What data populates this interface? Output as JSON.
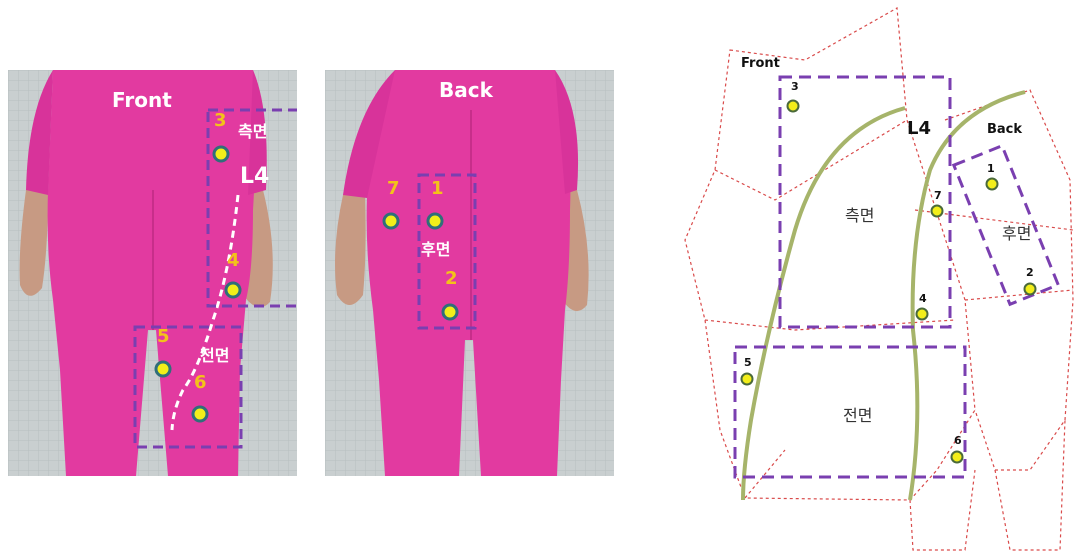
{
  "front_photo": {
    "view_label": "Front",
    "line_label": "L4",
    "side_region_label": "측면",
    "front_region_label": "전면",
    "point_labels": [
      "3",
      "4",
      "5",
      "6"
    ]
  },
  "back_photo": {
    "view_label": "Back",
    "back_region_label": "후면",
    "point_labels": [
      "7",
      "1",
      "2"
    ]
  },
  "pattern": {
    "front_label": "Front",
    "back_label": "Back",
    "line_label": "L4",
    "side_region_label": "측면",
    "back_region_label": "후면",
    "front_region_label": "전면",
    "point_labels": [
      "3",
      "1",
      "7",
      "2",
      "4",
      "5",
      "6"
    ]
  },
  "colors": {
    "body_suit": "#e23aa0",
    "measurement_box": "#7a3fb0",
    "point_fill": "#f2ee1a",
    "point_ring": "#2f6f7a",
    "number_text": "#f3c21a",
    "l4_line": "#a6b46a",
    "pattern_outline": "#d94a4a"
  }
}
